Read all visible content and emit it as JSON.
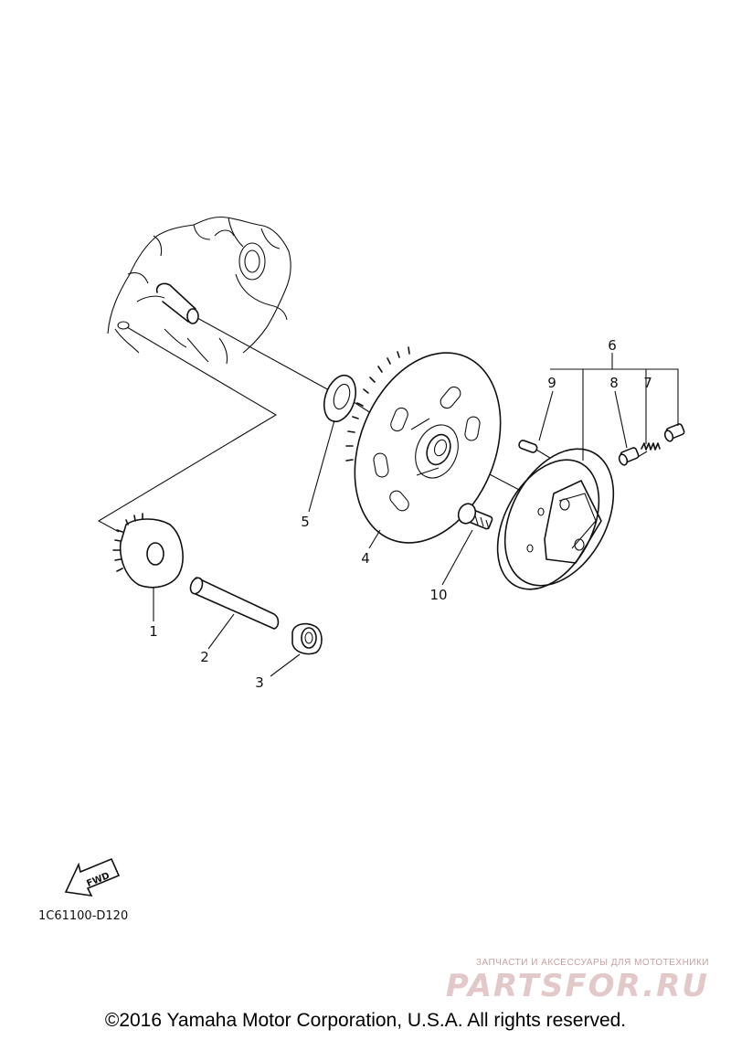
{
  "diagram": {
    "callouts": [
      "1",
      "2",
      "3",
      "4",
      "5",
      "6",
      "7",
      "8",
      "9",
      "10"
    ],
    "fwd_label": "FWD",
    "drawing_code": "1C61100-D120"
  },
  "watermark": {
    "tagline": "ЗАПЧАСТИ И АКСЕССУАРЫ ДЛЯ МОТОТЕХНИКИ",
    "brand": "PARTSFOR.RU"
  },
  "footer": {
    "copyright": "©2016 Yamaha Motor Corporation, U.S.A. All rights reserved."
  }
}
